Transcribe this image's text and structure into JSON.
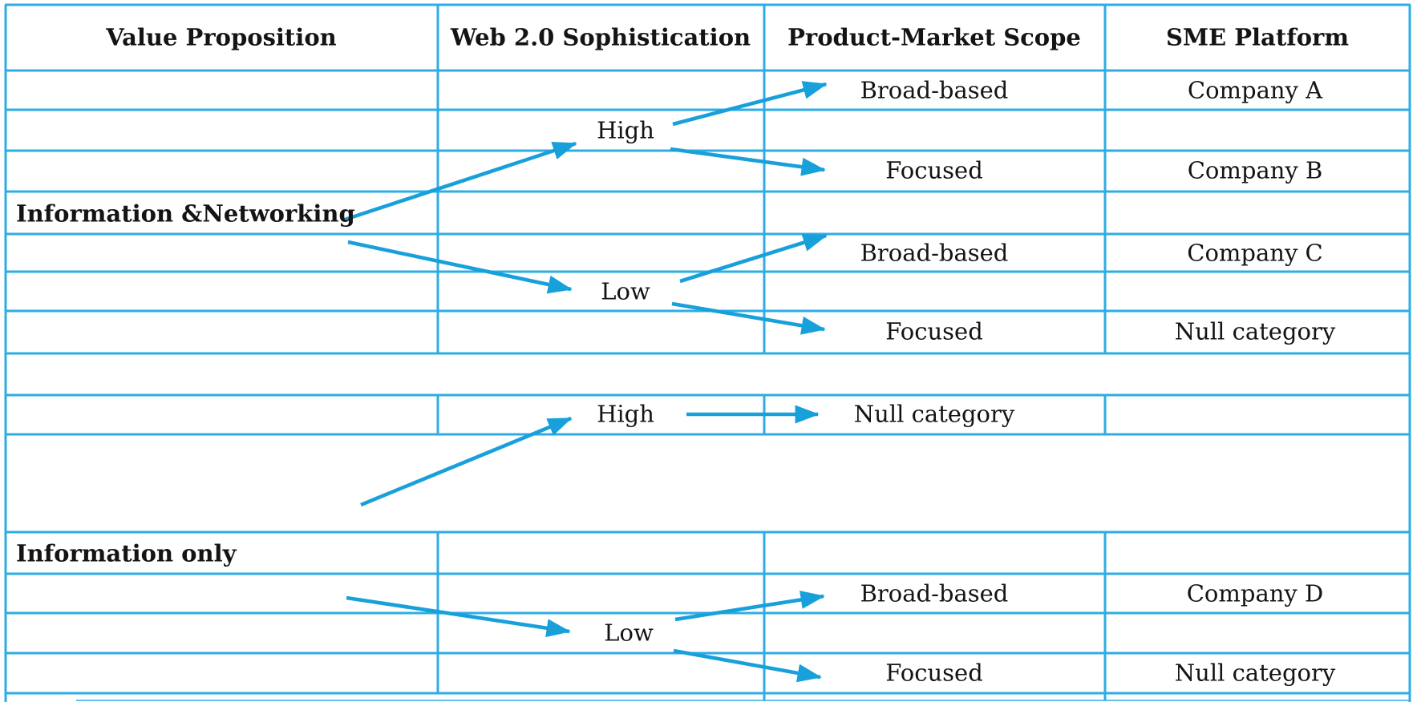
{
  "header": {
    "value_proposition": "Value Proposition",
    "web_sophistication": "Web 2.0 Sophistication",
    "product_market_scope": "Product-Market Scope",
    "sme_platform": "SME Platform"
  },
  "tree": {
    "information_networking": {
      "label": "Information &Networking",
      "high": {
        "label": "High",
        "broad": {
          "scope": "Broad-based",
          "platform": "Company A"
        },
        "focused": {
          "scope": "Focused",
          "platform": "Company B"
        }
      },
      "low": {
        "label": "Low",
        "broad": {
          "scope": "Broad-based",
          "platform": "Company C"
        },
        "focused": {
          "scope": "Focused",
          "platform": "Null category"
        }
      }
    },
    "information_only": {
      "label": "Information only",
      "high": {
        "label": "High",
        "scope": "Null category"
      },
      "low": {
        "label": "Low",
        "broad": {
          "scope": "Broad-based",
          "platform": "Company D"
        },
        "focused": {
          "scope": "Focused",
          "platform": "Null category"
        }
      }
    }
  },
  "colors": {
    "grid_line": "#2EACE4",
    "arrow": "#18A0DB",
    "text": "#141414",
    "background": "#FFFFFF"
  }
}
